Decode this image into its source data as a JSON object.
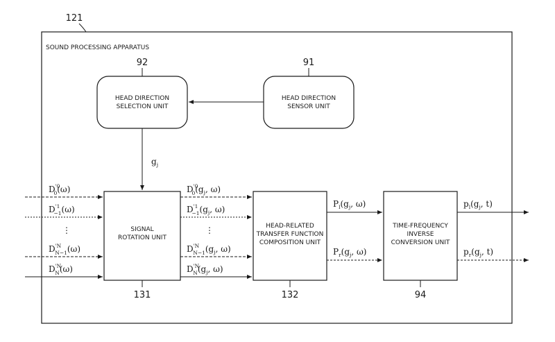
{
  "figure_number": "121",
  "apparatus_label": "SOUND PROCESSING APPARATUS",
  "blocks": {
    "head_direction_selection": {
      "label": [
        "HEAD DIRECTION",
        "SELECTION UNIT"
      ],
      "ref": "92"
    },
    "head_direction_sensor": {
      "label": [
        "HEAD DIRECTION",
        "SENSOR UNIT"
      ],
      "ref": "91"
    },
    "signal_rotation": {
      "label": [
        "SIGNAL",
        "ROTATION UNIT"
      ],
      "ref": "131"
    },
    "hrtf_composition": {
      "label": [
        "HEAD-RELATED",
        "TRANSFER FUNCTION",
        "COMPOSITION UNIT"
      ],
      "ref": "132"
    },
    "tf_inverse": {
      "label": [
        "TIME-FREQUENCY",
        "INVERSE",
        "CONVERSION UNIT"
      ],
      "ref": "94"
    }
  },
  "signals": {
    "gj": "g",
    "gj_sub": "j",
    "inputs": [
      {
        "base": "D",
        "sup": "'0",
        "sub": "0",
        "arg": "(ω)"
      },
      {
        "base": "D",
        "sup": "'1",
        "sub": "−1",
        "arg": "(ω)"
      },
      {
        "base": "D",
        "sup": "'N",
        "sub": "N−1",
        "arg": "(ω)"
      },
      {
        "base": "D",
        "sup": "'N",
        "sub": "N",
        "arg": "(ω)"
      }
    ],
    "middle": [
      {
        "base": "D",
        "sup": "'0",
        "sub": "0",
        "arg": "(g",
        "sub2": "j",
        "arg2": ", ω)"
      },
      {
        "base": "D",
        "sup": "'1",
        "sub": "−1",
        "arg": "(g",
        "sub2": "j",
        "arg2": ", ω)"
      },
      {
        "base": "D",
        "sup": "'N",
        "sub": "N−1",
        "arg": "(g",
        "sub2": "j",
        "arg2": ", ω)"
      },
      {
        "base": "D",
        "sup": "'N",
        "sub": "N",
        "arg": "(g",
        "sub2": "j",
        "arg2": ", ω)"
      }
    ],
    "p_freq": [
      {
        "base": "P",
        "sub": "l",
        "arg": "(g",
        "sub2": "j",
        "arg2": ", ω)"
      },
      {
        "base": "P",
        "sub": "r",
        "arg": "(g",
        "sub2": "j",
        "arg2": ", ω)"
      }
    ],
    "p_time": [
      {
        "base": "p",
        "sub": "l",
        "arg": "(g",
        "sub2": "j",
        "arg2": ", t)"
      },
      {
        "base": "p",
        "sub": "r",
        "arg": "(g",
        "sub2": "j",
        "arg2": ", t)"
      }
    ],
    "ellipsis": "⋮"
  }
}
